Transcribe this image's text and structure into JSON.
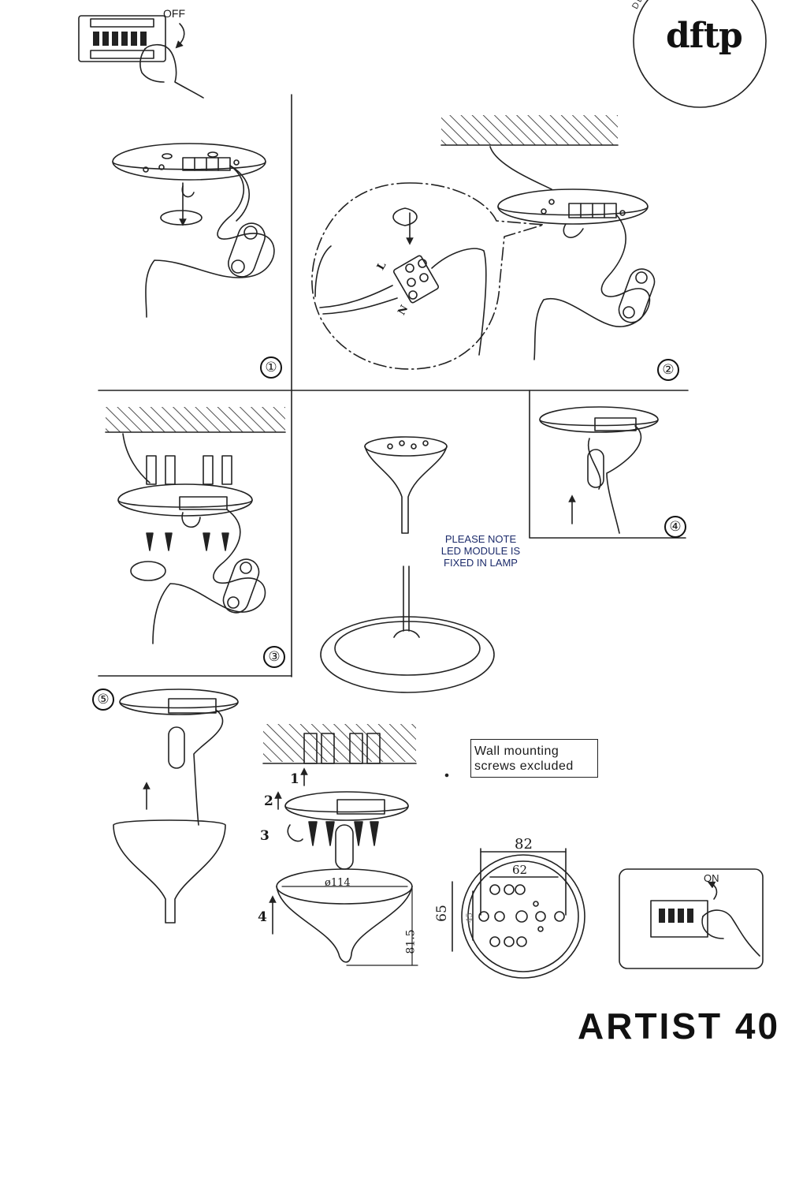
{
  "brand": {
    "arc_text": "DESIGN FO",
    "logo": "dftp"
  },
  "switches": {
    "off_label": "OFF",
    "on_label": "ON"
  },
  "steps": [
    "①",
    "②",
    "③",
    "④",
    "⑤"
  ],
  "notice": {
    "lines": [
      "PLEASE NOTE",
      "LED MODULE IS",
      "FIXED IN LAMP"
    ]
  },
  "connector_labels": {
    "live": "L",
    "neutral": "N"
  },
  "wall_note": {
    "lines": [
      "Wall  mounting",
      "screws  excluded"
    ]
  },
  "assembly_labels": [
    "1",
    "2",
    "3",
    "4"
  ],
  "dimensions": {
    "canopy_diameter": "ø114",
    "height": "81.5",
    "width_outer": "82",
    "width_inner": "62",
    "depth_outer": "65",
    "depth_inner": "45"
  },
  "product": {
    "model": "ARTIST 40"
  },
  "icons": [
    "breaker-switch-icon",
    "hand-icon",
    "rotation-arrow-icon",
    "screw-icon",
    "wall-plug-icon",
    "hook-icon",
    "cable-clip-icon",
    "terminal-block-icon"
  ]
}
